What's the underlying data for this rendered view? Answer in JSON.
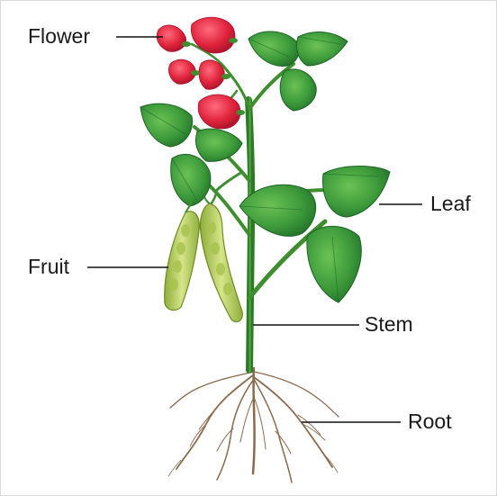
{
  "labels": {
    "flower": "Flower",
    "leaf": "Leaf",
    "fruit": "Fruit",
    "stem": "Stem",
    "root": "Root"
  },
  "colors": {
    "leaf": "#2f8a35",
    "leaf_light": "#5fb54a",
    "stem": "#3e8d2f",
    "flower": "#e0243c",
    "pod": "#b9cf62",
    "pod_outline": "#6f8a22",
    "root": "#8a6a4f",
    "leader_line": "#111111"
  }
}
